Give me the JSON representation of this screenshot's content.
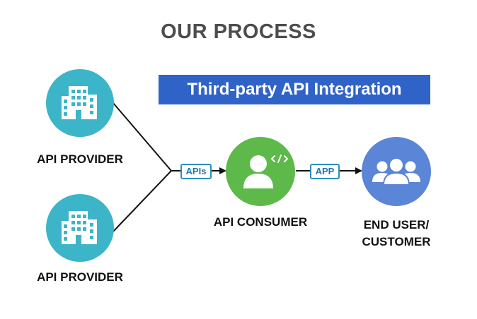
{
  "header": {
    "title": "OUR PROCESS"
  },
  "banner": {
    "text": "Third-party API Integration"
  },
  "nodes": {
    "provider_top": {
      "label": "API PROVIDER",
      "icon": "office-building-icon",
      "color": "#3cb5c8"
    },
    "provider_bottom": {
      "label": "API PROVIDER",
      "icon": "office-building-icon",
      "color": "#3cb5c8"
    },
    "consumer": {
      "label": "API CONSUMER",
      "icon": "developer-user-icon",
      "color": "#5db94a"
    },
    "end_user": {
      "label_line1": "END USER/",
      "label_line2": "CUSTOMER",
      "icon": "user-group-icon",
      "color": "#5b85d6"
    }
  },
  "connectors": {
    "apis": {
      "label": "APIs"
    },
    "app": {
      "label": "APP"
    }
  },
  "colors": {
    "title": "#4d4d4d",
    "banner_bg": "#2f63c8",
    "pill_border": "#2a8fbf",
    "line": "#111111"
  }
}
